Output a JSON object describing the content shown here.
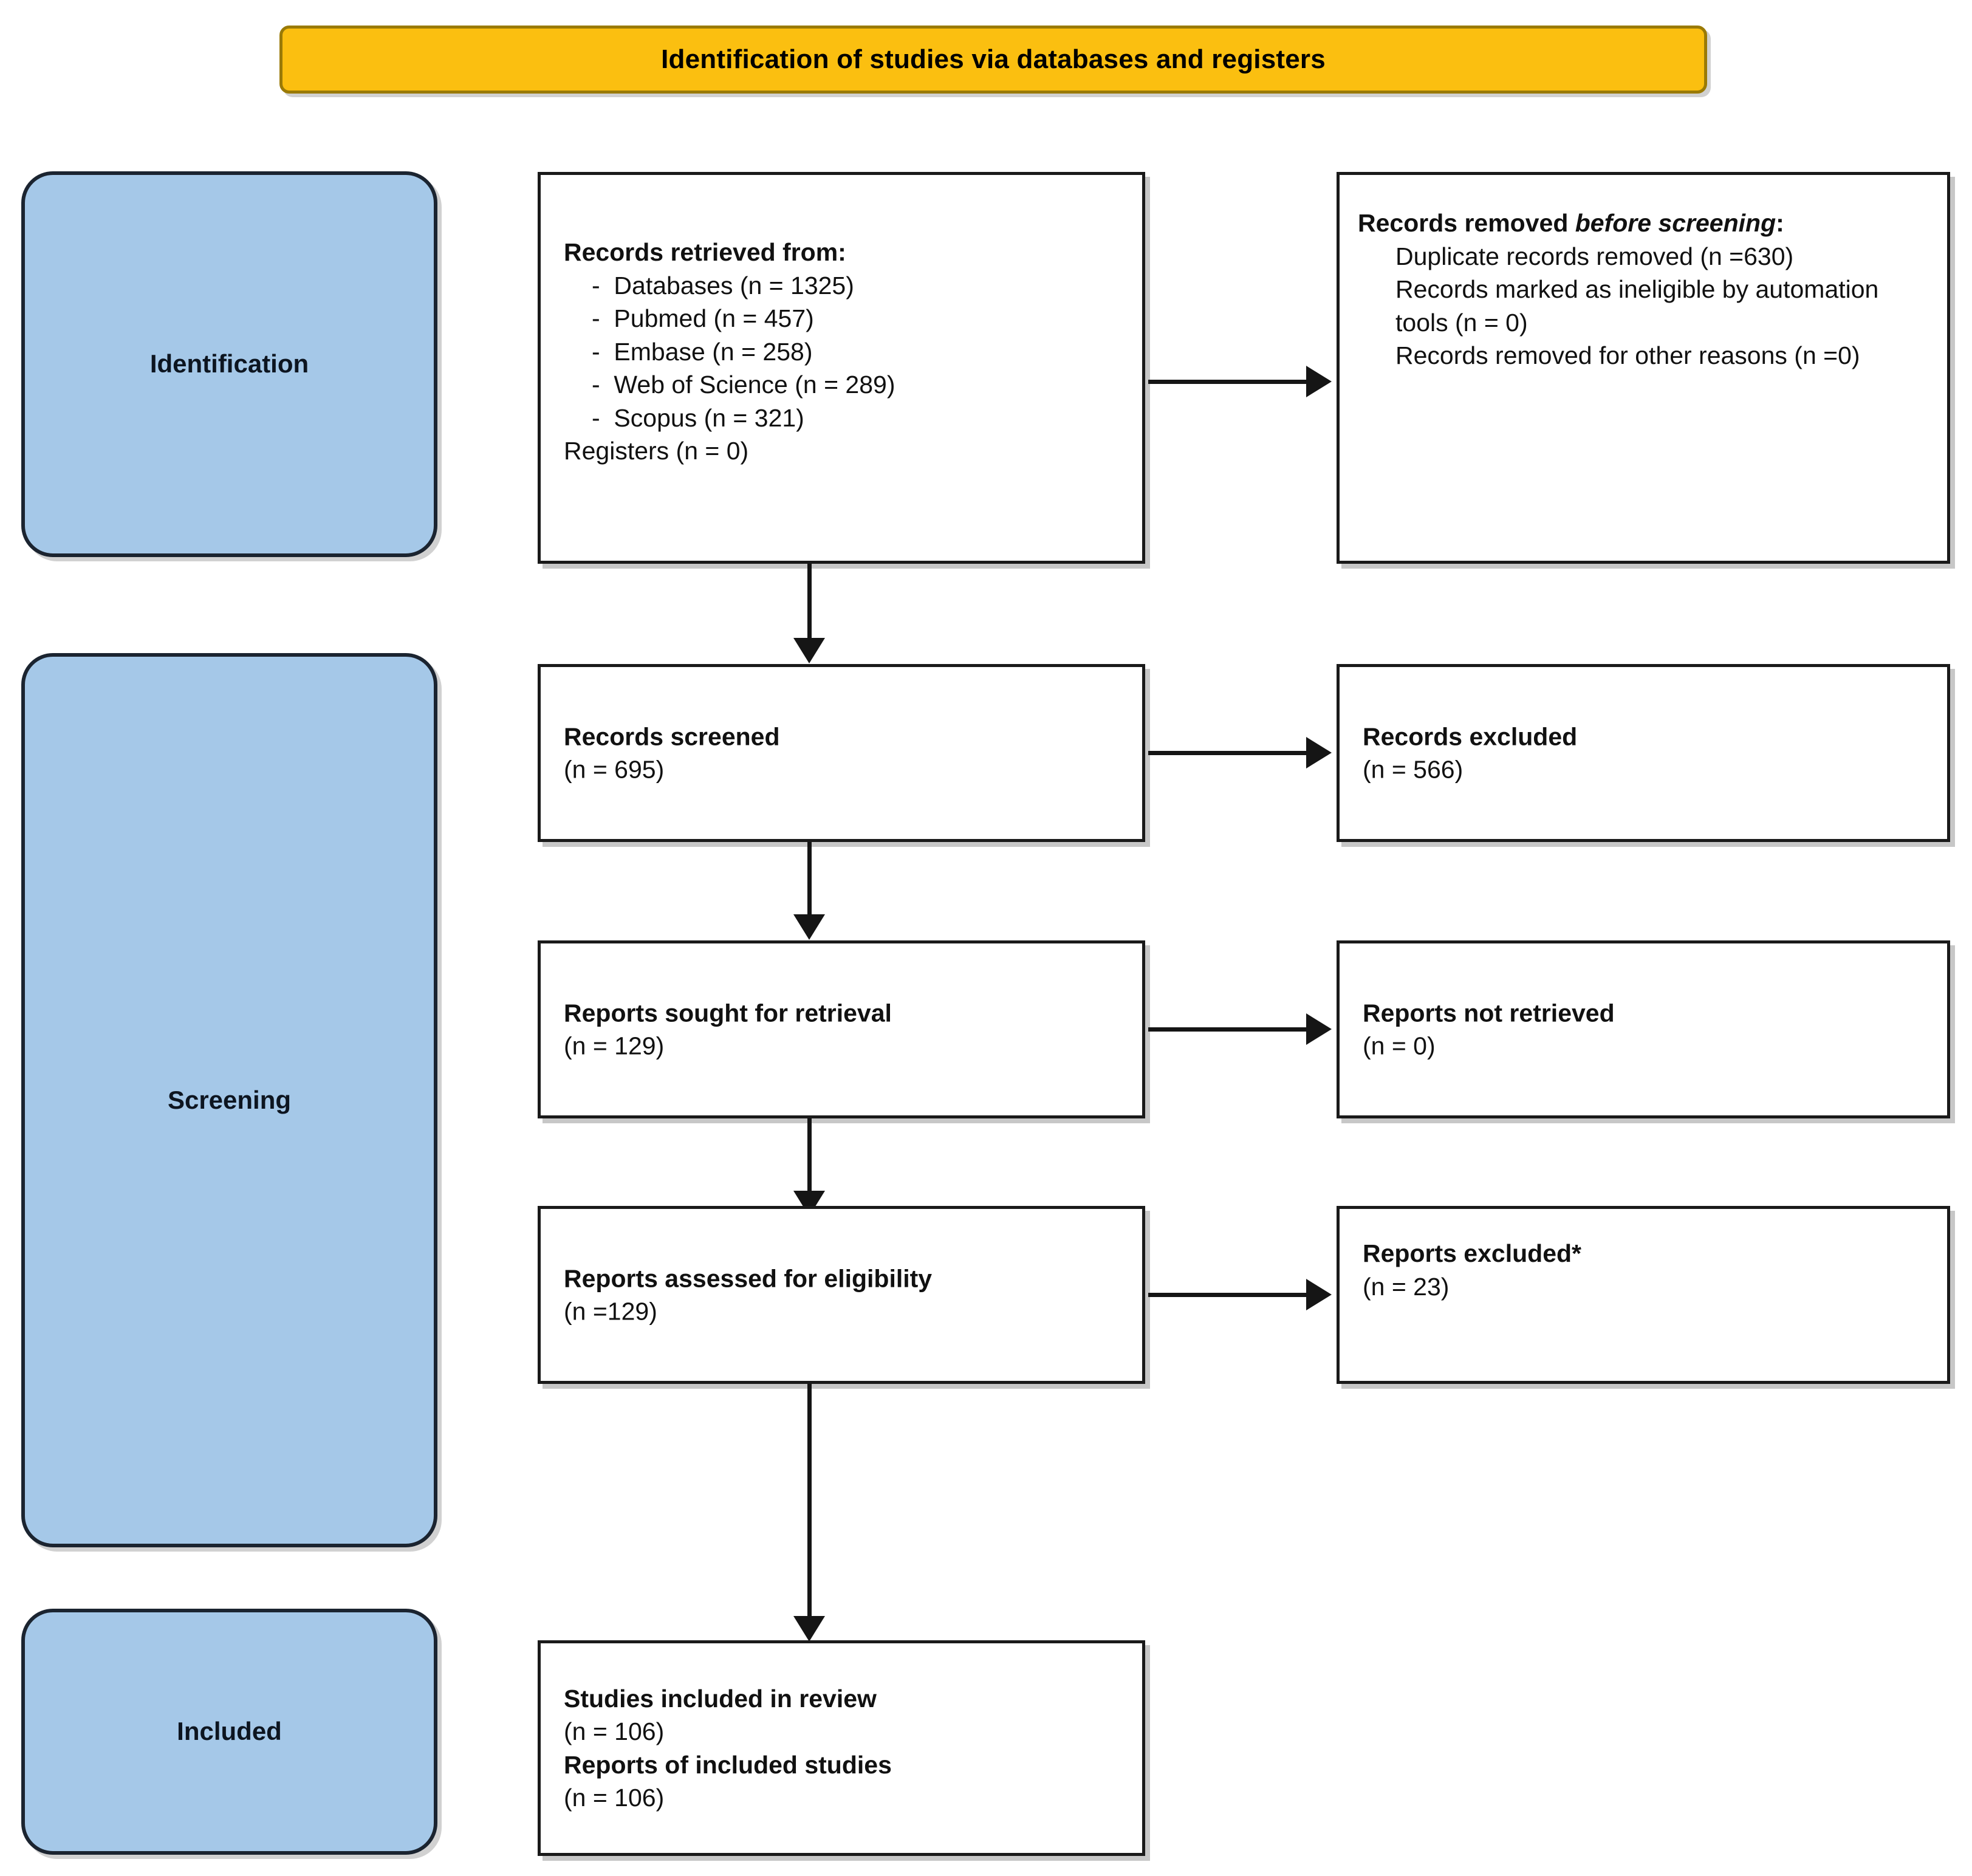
{
  "diagram": {
    "type": "prisma-flow-diagram",
    "banner": {
      "title": "Identification of studies via databases and registers",
      "background_color": "#FBBF10",
      "border_color": "#9A7A06"
    },
    "stage_color": "#A5C8E8",
    "stages": [
      {
        "id": "identification",
        "label": "Identification"
      },
      {
        "id": "screening",
        "label": "Screening"
      },
      {
        "id": "included",
        "label": "Included"
      }
    ],
    "nodes": {
      "records_retrieved": {
        "heading": "Records retrieved from:",
        "items": [
          "-  Databases (n = 1325)",
          "-  Pubmed (n = 457)",
          "-  Embase (n = 258)",
          "-  Web of Science (n = 289)",
          "-  Scopus (n = 321)"
        ],
        "footer": "Registers (n = 0)"
      },
      "records_removed": {
        "heading_part1": "Records removed ",
        "heading_part2": "before screening",
        "heading_part3": ":",
        "items": [
          "Duplicate records removed (n =630)",
          "Records marked as ineligible by automation tools (n = 0)",
          "Records removed for other reasons (n =0)"
        ]
      },
      "records_screened": {
        "heading": "Records screened",
        "count": "(n = 695)"
      },
      "records_excluded": {
        "heading": "Records excluded",
        "count": "(n = 566)"
      },
      "reports_sought": {
        "heading": "Reports sought for retrieval",
        "count": "(n = 129)"
      },
      "reports_not_retrieved": {
        "heading": "Reports not retrieved",
        "count": "(n = 0)"
      },
      "reports_assessed": {
        "heading": "Reports assessed for eligibility",
        "count": "(n =129)"
      },
      "reports_excluded": {
        "heading": "Reports excluded*",
        "count": "(n = 23)"
      },
      "studies_included": {
        "heading_1": "Studies included in review",
        "count_1": "(n = 106)",
        "heading_2": "Reports of included studies",
        "count_2": "(n = 106)"
      }
    }
  }
}
